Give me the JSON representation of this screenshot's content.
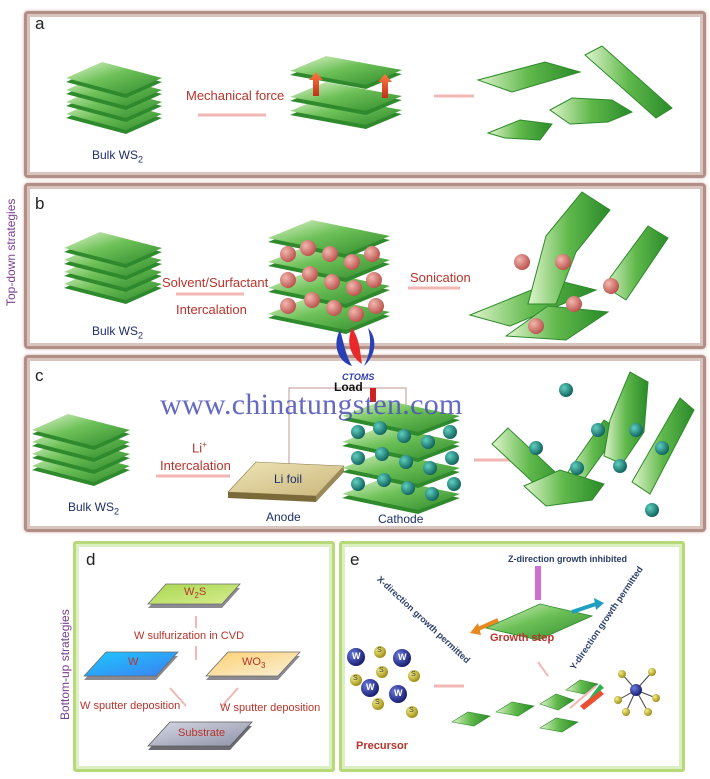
{
  "panels": {
    "a": {
      "letter": "a",
      "bulk_label": "Bulk WS",
      "bulk_sub": "2",
      "force_label": "Mechanical force"
    },
    "b": {
      "letter": "b",
      "bulk_label": "Bulk WS",
      "bulk_sub": "2",
      "solvent_label": "Solvent/Surfactant",
      "intercalation_label": "Intercalation",
      "sonication_label": "Sonication"
    },
    "c": {
      "letter": "c",
      "bulk_label": "Bulk WS",
      "bulk_sub": "2",
      "li_label": "Li",
      "li_sup": "+",
      "intercalation_label": "Intercalation",
      "load_label": "Load",
      "foil_label": "Li  foil",
      "anode_label": "Anode",
      "cathode_label": "Cathode"
    },
    "d": {
      "letter": "d",
      "w2s_label": "W",
      "w2s_sub": "2",
      "w2s_tail": "S",
      "sulfurization_label": "W sulfurization in CVD",
      "w_label": "W",
      "wo3_label": "WO",
      "wo3_sub": "3",
      "sputter_left": "W sputter deposition",
      "sputter_right": "W sputter deposition",
      "substrate_label": "Substrate"
    },
    "e": {
      "letter": "e",
      "z_label": "Z-direction growth inhibited",
      "x_label": "X-direction growth permitted",
      "y_label": "Y-direction growth permitted",
      "growth_step": "Growth step",
      "precursor": "Precursor",
      "w_atom": "W",
      "s_atom": "S"
    }
  },
  "side_labels": {
    "top": "Top-down strategies",
    "bottom": "Bottom-up strategies"
  },
  "watermark": {
    "url": "www.chinatungsten.com",
    "brand": "CTOMS"
  },
  "colors": {
    "sheet": "#4caf3c",
    "sheet_light": "#c8ecb0",
    "sphere_pink": "#d4746e",
    "sphere_teal": "#1f8a80",
    "top_frame": "#b28f86",
    "bottom_frame": "#b7d97a",
    "red_text": "#b8332b",
    "arrow": "#e8532a"
  }
}
